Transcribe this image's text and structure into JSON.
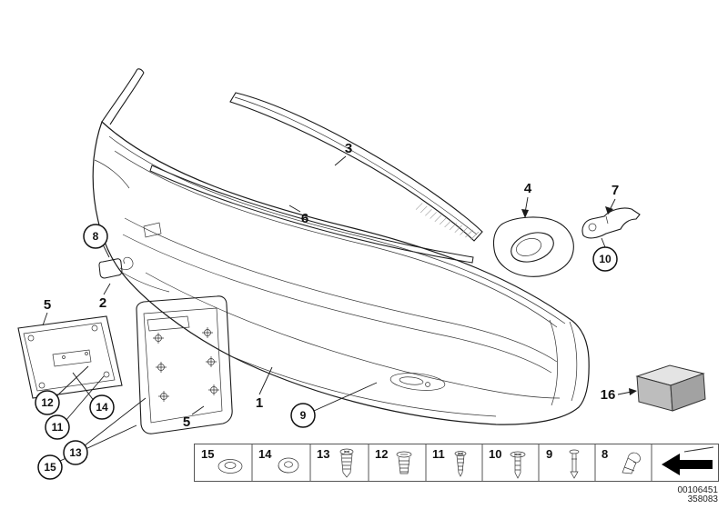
{
  "doc": {
    "number_line1": "00106451",
    "number_line2": "358083"
  },
  "callouts": {
    "c1": "1",
    "c2": "2",
    "c3": "3",
    "c4": "4",
    "c5a": "5",
    "c5b": "5",
    "c6": "6",
    "c7": "7",
    "c8": "8",
    "c9": "9",
    "c10": "10",
    "c11": "11",
    "c12": "12",
    "c13": "13",
    "c14": "14",
    "c15": "15",
    "c16": "16"
  },
  "legend": {
    "cells": [
      {
        "number": "15",
        "icon": "grommet"
      },
      {
        "number": "14",
        "icon": "washer"
      },
      {
        "number": "13",
        "icon": "tapping-screw"
      },
      {
        "number": "12",
        "icon": "expansion-rivet"
      },
      {
        "number": "11",
        "icon": "screw"
      },
      {
        "number": "10",
        "icon": "blind-rivet"
      },
      {
        "number": "9",
        "icon": "rivet-pin"
      },
      {
        "number": "8",
        "icon": "spring-clip"
      },
      {
        "number": "",
        "icon": "direction-arrow"
      }
    ]
  }
}
